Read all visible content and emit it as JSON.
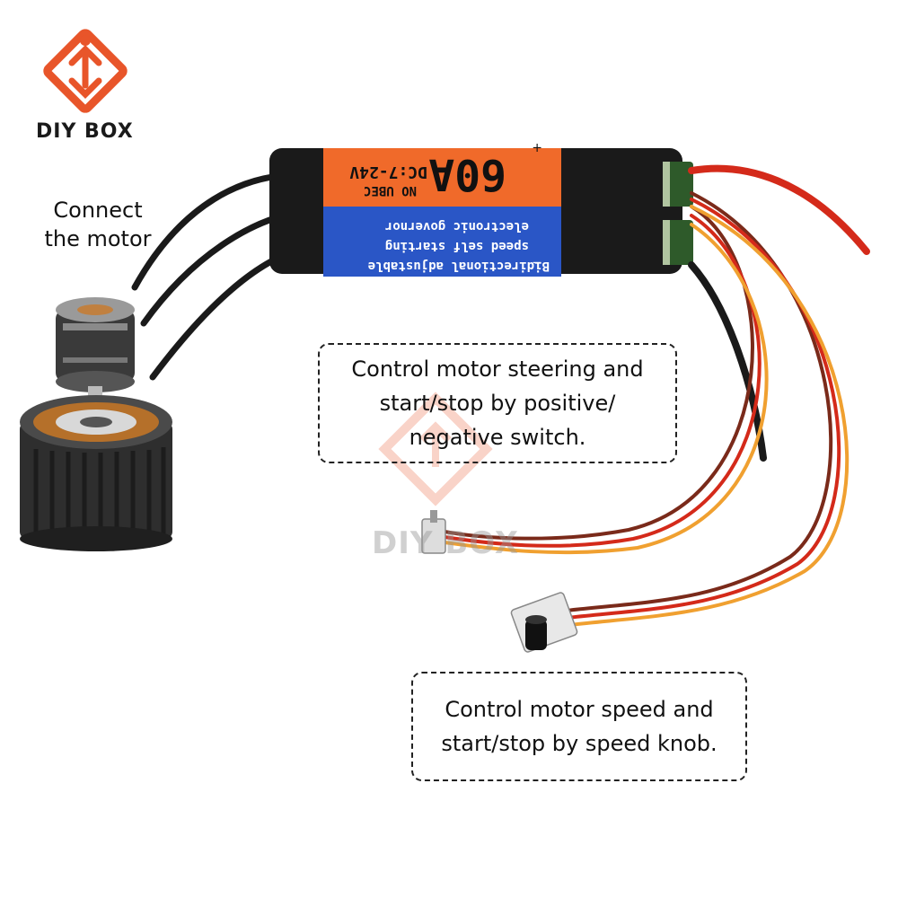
{
  "brand": {
    "name": "DIY BOX",
    "watermark": "DIY BOX"
  },
  "labels": {
    "connect_motor_line1": "Connect",
    "connect_motor_line2": "the motor"
  },
  "callouts": {
    "steering_line1": "Control motor steering and",
    "steering_line2": "start/stop by positive/",
    "steering_line3": "negative switch.",
    "speed_line1": "Control motor speed and",
    "speed_line2": "start/stop by speed knob."
  },
  "esc": {
    "current_rating": "60A",
    "bec": "NO UBEC",
    "voltage": "DC:7-24V",
    "desc_line1": "electronic governor",
    "desc_line2": "speed self starting",
    "desc_line3": "Bidirectional adjustable",
    "plus_sign": "+",
    "minus_sign": "−"
  },
  "colors": {
    "brand_orange": "#e8552a",
    "esc_orange": "#f06a2a",
    "esc_blue": "#2a56c6",
    "wire_red": "#d42a1a",
    "wire_orange": "#f0a030",
    "wire_brown": "#7a2a1a",
    "motor_dark": "#2a2a2a"
  },
  "icons": {
    "logo": "diy-box-logo-icon",
    "motor": "brushless-motor-icon",
    "esc": "esc-controller-icon",
    "switch": "toggle-switch-icon",
    "knob": "speed-knob-icon"
  }
}
